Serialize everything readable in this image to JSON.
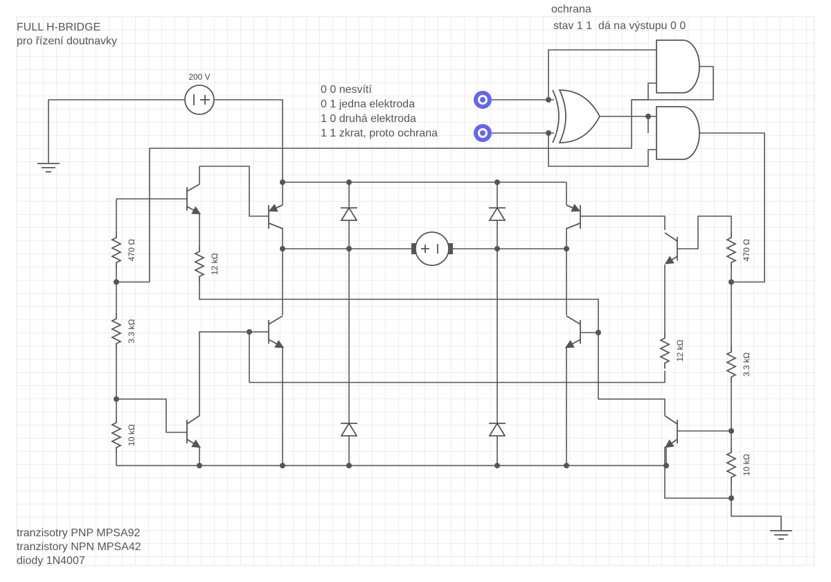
{
  "title_line1": "FULL H-BRIDGE",
  "title_line2": "pro řízení doutnavky",
  "protection": {
    "heading": "ochrana",
    "note": "stav 1 1  dá na výstupu 0 0"
  },
  "truth_table": [
    "0 0 nesvítí",
    "0 1 jedna elektroda",
    "1 0 druhá elektroda",
    "1 1 zkrat, proto ochrana"
  ],
  "supply_label": "200 V",
  "resistors": {
    "left_base_upper": "470 Ω",
    "left_mid": "3.3 kΩ",
    "left_low": "10 kΩ",
    "left_12k": "12 kΩ",
    "right_base_upper": "470 Ω",
    "right_mid": "3.3 kΩ",
    "right_low": "10 kΩ",
    "right_12k": "12 kΩ"
  },
  "parts_notes": [
    "tranzisotry PNP MPSA92",
    "tranzistory NPN MPSA42",
    "diody 1N4007"
  ],
  "colors": {
    "grid": "#d9d9d9",
    "wire": "#555555",
    "input_pin": "#6366f1"
  },
  "icons": [
    "input-pin-icon",
    "and-gate-icon",
    "xor-gate-icon",
    "pnp-transistor-icon",
    "npn-transistor-icon",
    "diode-icon",
    "resistor-icon",
    "dc-motor-icon",
    "ground-icon",
    "voltage-source-icon"
  ]
}
